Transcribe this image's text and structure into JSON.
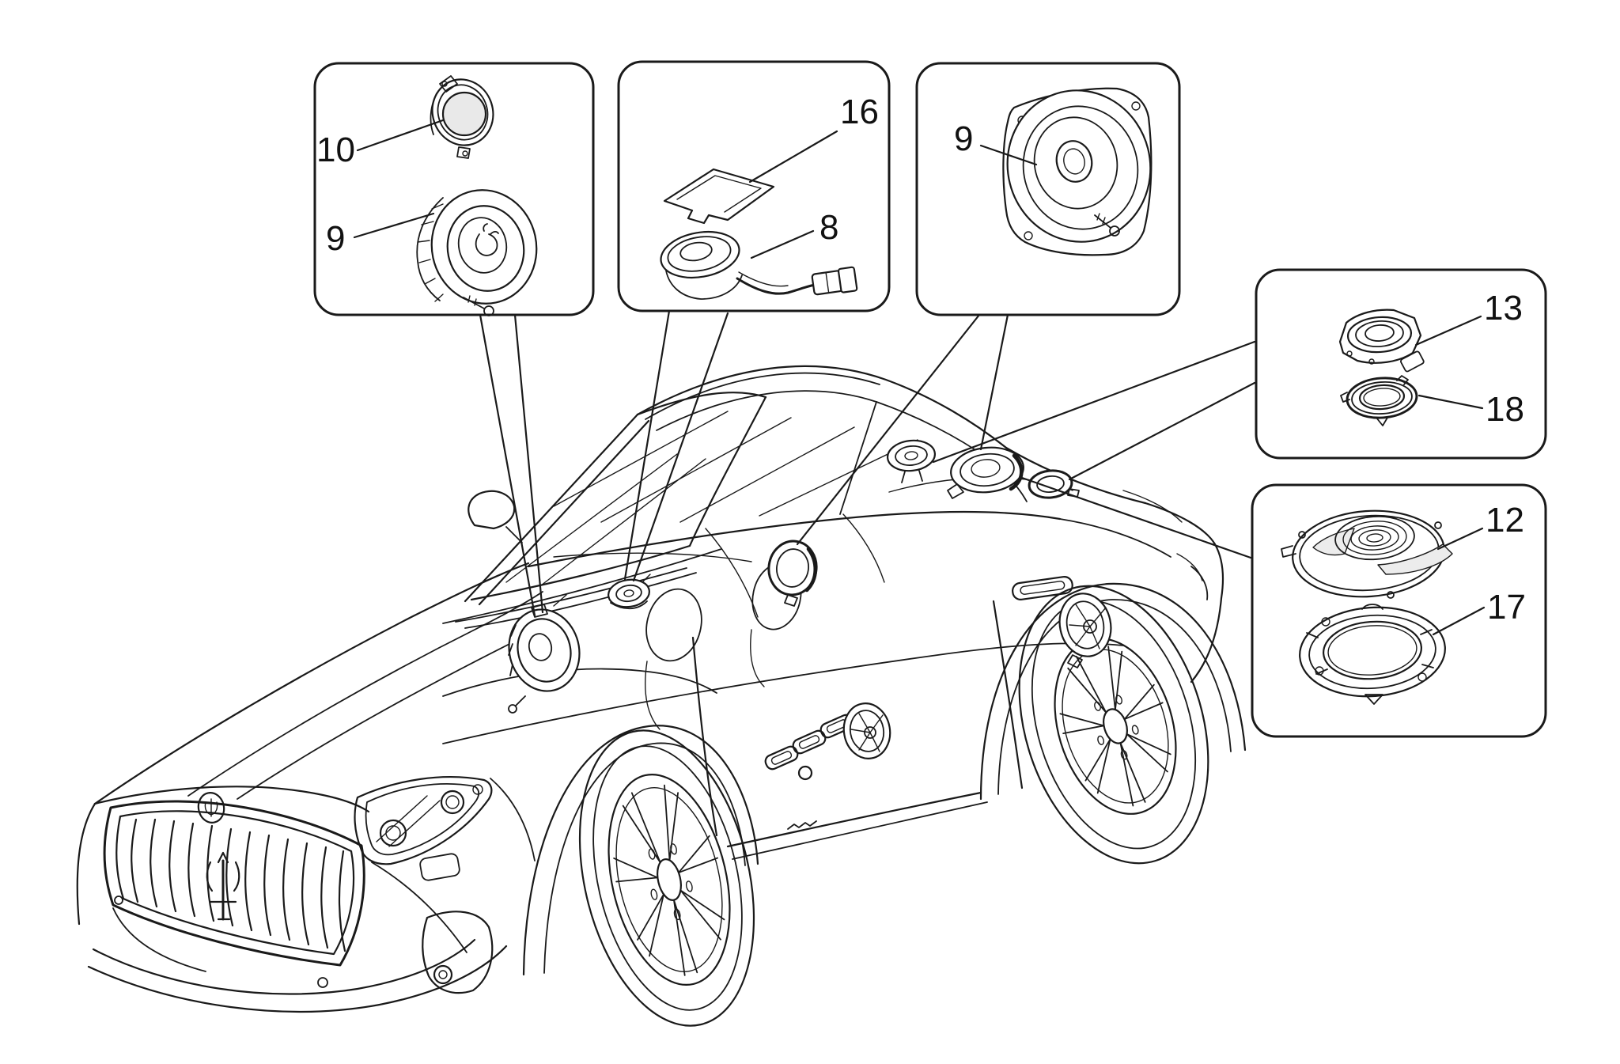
{
  "diagram": {
    "type": "vehicle-parts-exploded-diagram",
    "subject": "coupe sound diffusion system (speakers)",
    "colors": {
      "background": "#ffffff",
      "line": "#1a1a1a",
      "shading": "#e9e9e9"
    }
  },
  "callouts": [
    {
      "name": "front-door-speakers",
      "items": [
        {
          "label": "10"
        },
        {
          "label": "9"
        }
      ]
    },
    {
      "name": "dashboard-speaker",
      "items": [
        {
          "label": "16"
        },
        {
          "label": "8"
        }
      ]
    },
    {
      "name": "rear-door-speaker",
      "items": [
        {
          "label": "9"
        }
      ]
    },
    {
      "name": "shelf-tweeter",
      "items": [
        {
          "label": "13"
        },
        {
          "label": "18"
        }
      ]
    },
    {
      "name": "shelf-woofer",
      "items": [
        {
          "label": "12"
        },
        {
          "label": "17"
        }
      ]
    }
  ]
}
